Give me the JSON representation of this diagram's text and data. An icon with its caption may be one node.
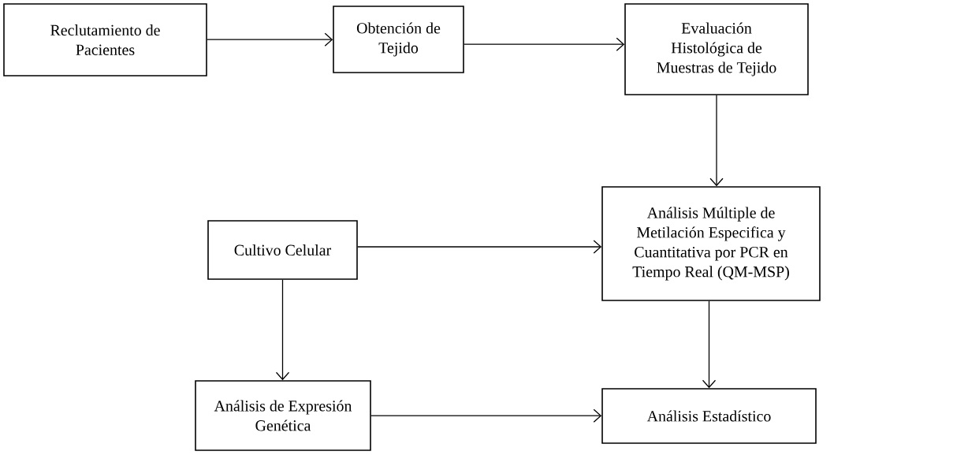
{
  "diagram": {
    "nodes": [
      {
        "text": [
          "Reclutamiento de Pacientes"
        ]
      },
      {
        "text": [
          "Obtención de Tejido"
        ]
      },
      {
        "text": [
          "Evaluación Histológica de Muestras de Tejido"
        ]
      },
      {
        "text": [
          "Análisis Múltiple de Metilación Especifica y Cuantitativa por PCR en Tiempo Real (QM-MSP)"
        ]
      },
      {
        "text": [
          "Cultivo Celular"
        ]
      },
      {
        "text": [
          "Análisis de Expresión Genética"
        ]
      },
      {
        "text": [
          "Análisis Estadístico"
        ]
      }
    ],
    "edges": [
      {
        "from": 0,
        "to": 1,
        "arrow": "to"
      },
      {
        "from": 1,
        "to": 2,
        "arrow": "to"
      },
      {
        "from": 2,
        "to": 3,
        "arrow": "to"
      },
      {
        "from": 4,
        "to": 3,
        "arrow": "to"
      },
      {
        "from": 4,
        "to": 5,
        "arrow": "to"
      },
      {
        "from": 3,
        "to": 6,
        "arrow": "to"
      },
      {
        "from": 5,
        "to": 6,
        "arrow": "to"
      }
    ]
  }
}
